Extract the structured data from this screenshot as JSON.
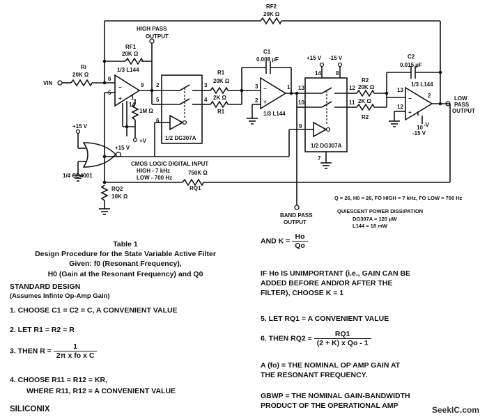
{
  "schematic": {
    "labels": {
      "vin": "VIN",
      "high_pass": "HIGH PASS",
      "high_pass_2": "OUTPUT",
      "ri": "Ri",
      "ri_val": "20K Ω",
      "rf1": "RF1",
      "rf1_val": "20K Ω",
      "rf2": "RF2",
      "rf2_val": "20K Ω",
      "r1a": "R1",
      "r1a_val": "20K Ω",
      "r1b_val": "2K Ω",
      "r1b": "R1",
      "r2a": "R2",
      "r2a_val": "20K Ω",
      "r2b_val": "2K Ω",
      "r2b": "R2",
      "c1": "C1",
      "c1_val": "0.008 µF",
      "c2": "C2",
      "c2_val": "0.015 µF",
      "op1": "1/3 L144",
      "op2": "1/3 L144",
      "op3": "1/3 L144",
      "sw1": "1/2 DG307A",
      "sw2": "1/2 DG307A",
      "r1m": "1M Ω",
      "plus_v": "+V",
      "plus15_a": "+15 V",
      "plus15_b": "+15 V",
      "plus15_c": "+15 V",
      "minus15_a": "-15 V",
      "minus15_b": "-15 V",
      "minus_v": "-V",
      "nor": "1/4 CD4001",
      "cmos1": "CMOS LOGIC DIGITAL INPUT",
      "cmos2": "HIGH - 7 kHz",
      "cmos3": "LOW - 700 Hz",
      "rq1_val": "750K Ω",
      "rq1": "RQ1",
      "rq2": "RQ2",
      "rq2_val": "10K Ω",
      "band_pass": "BAND PASS",
      "band_pass_2": "OUTPUT",
      "low_pass": "LOW",
      "low_pass_2": "PASS",
      "low_pass_3": "OUTPUT",
      "spec": "Q = 26, H0 = 26, FO HIGH = 7 kHz, FO LOW = 700 Hz",
      "quiescent": "QUIESCENT POWER DISSIPATION",
      "dg_power": "DG307A = 120 µW",
      "l144_power": "L144      = 18 mW"
    },
    "pins": [
      "6",
      "5",
      "9",
      "14",
      "1",
      "2",
      "5",
      "6",
      "3",
      "4",
      "3",
      "2",
      "1",
      "13",
      "10",
      "14",
      "8",
      "12",
      "11",
      "9",
      "7",
      "13",
      "12",
      "2",
      "10"
    ]
  },
  "table": {
    "title": "Table 1",
    "subtitle": "Design Procedure for the State Variable Active Filter",
    "given": "Given: f0 (Resonant Frequency),",
    "given2": "H0 (Gain at the Resonant Frequency) and Q0",
    "standard": "STANDARD DESIGN",
    "assumes": "(Assumes Infinte Op-Amp Gain)",
    "step1": "1.  CHOOSE C1 = C2 = C, A CONVENIENT VALUE",
    "step2": "2.  LET R1 = R2 = R",
    "step3_pre": "3.  THEN R =",
    "step3_num": "1",
    "step3_den": "2π x fo x C",
    "step4a": "4.  CHOOSE R11 = R12 = KR,",
    "step4b": "WHERE R11, R12 = A CONVENIENT VALUE",
    "andk": "AND K =",
    "andk_num": "Ho",
    "andk_den": "Qo",
    "ifho1": "IF Ho IS UNIMPORTANT (i.e., GAIN CAN BE",
    "ifho2": "ADDED BEFORE AND/OR AFTER THE",
    "ifho3": "FILTER), CHOOSE K = 1",
    "step5": "5.  LET RQ1 = A CONVENIENT VALUE",
    "step6_pre": "6.  THEN RQ2 =",
    "step6_num": "RQ1",
    "step6_den": "(2 + K) x Qo - 1",
    "afo1": "A (fo) = THE NOMINAL OP AMP GAIN AT",
    "afo2": "THE RESONANT FREQUENCY.",
    "gbwp1": "GBWP = THE NOMINAL GAIN-BANDWIDTH",
    "gbwp2": "PRODUCT OF THE OPERATIONAL AMP"
  },
  "footer": {
    "brand": "SILICONIX",
    "watermark": "SeekIC.com"
  }
}
